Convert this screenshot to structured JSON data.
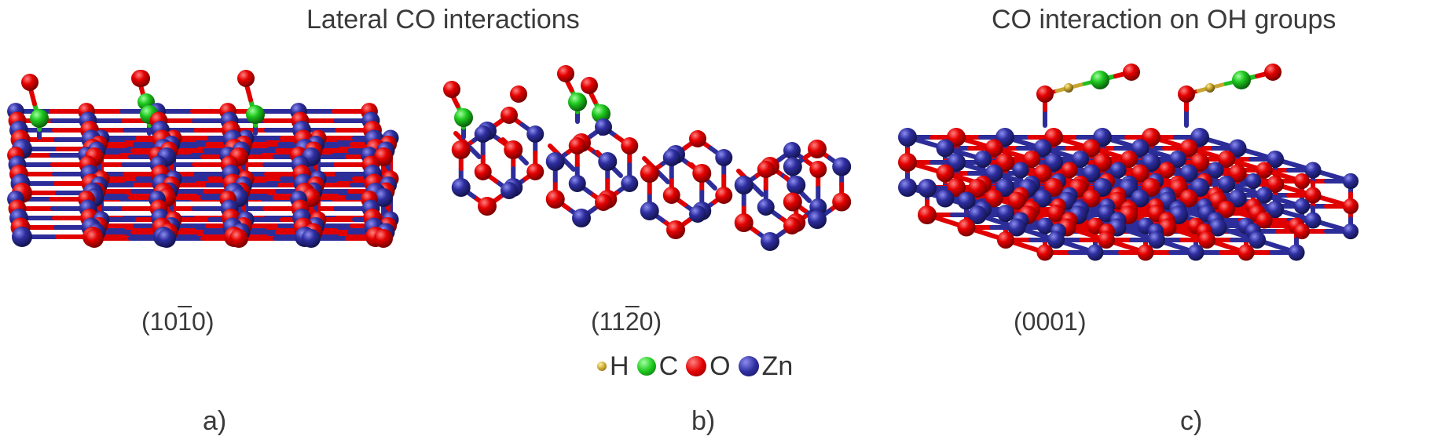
{
  "titles": {
    "left": "Lateral CO interactions",
    "right": "CO interaction on OH groups"
  },
  "surfaces": {
    "a": {
      "pre": "(10",
      "bar": "1",
      "post": "0)"
    },
    "b": {
      "pre": "(11",
      "bar": "2",
      "post": "0)"
    },
    "c": {
      "pre": "(0001)",
      "bar": "",
      "post": ""
    }
  },
  "panels": {
    "a": "a)",
    "b": "b)",
    "c": "c)"
  },
  "legend": [
    {
      "label": "H",
      "color": "#c8a630"
    },
    {
      "label": "C",
      "color": "#1fbf1f"
    },
    {
      "label": "O",
      "color": "#e00000"
    },
    {
      "label": "Zn",
      "color": "#2d2d9a"
    }
  ],
  "colors": {
    "O": "#e00000",
    "Zn": "#2d2d9a",
    "C": "#1fbf1f",
    "H": "#c8a630"
  }
}
